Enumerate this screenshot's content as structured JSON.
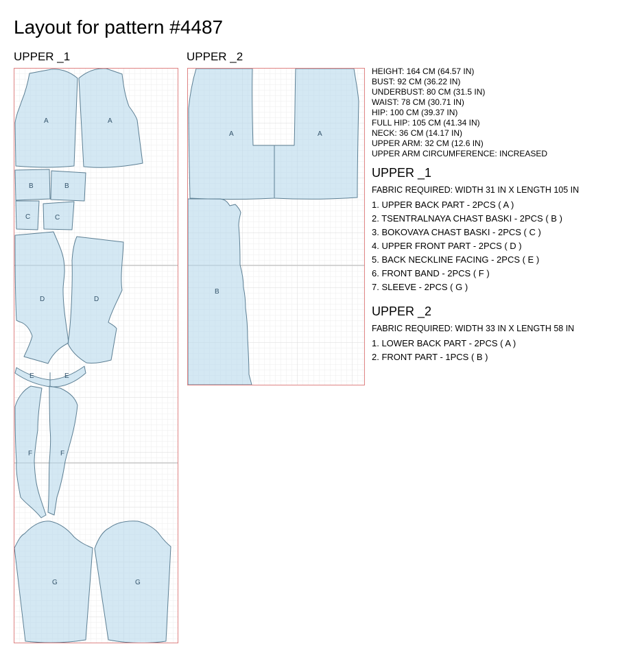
{
  "title": "Layout for pattern #4487",
  "colors": {
    "piece_fill": "#b7d9eb",
    "piece_stroke": "#5b7e93",
    "panel_border": "#de8282",
    "grid_minor": "#ededed",
    "grid_major": "#dadada",
    "label_text": "#33536b"
  },
  "panels": [
    {
      "title": "UPPER _1",
      "labels": [
        "A",
        "A",
        "B",
        "B",
        "C",
        "C",
        "D",
        "D",
        "E",
        "E",
        "F",
        "F",
        "G",
        "G"
      ]
    },
    {
      "title": "UPPER _2",
      "labels": [
        "A",
        "A",
        "B"
      ]
    }
  ],
  "measurements": [
    "HEIGHT: 164 CM (64.57 IN)",
    "BUST: 92 CM (36.22 IN)",
    "UNDERBUST: 80 CM (31.5 IN)",
    "WAIST: 78 CM (30.71 IN)",
    "HIP: 100 CM (39.37 IN)",
    "FULL HIP: 105 CM (41.34 IN)",
    "NECK: 36 CM (14.17 IN)",
    "UPPER ARM: 32 CM (12.6 IN)",
    "UPPER ARM CIRCUMFERENCE: INCREASED"
  ],
  "sections": [
    {
      "heading": "UPPER _1",
      "fabric": "FABRIC REQUIRED: WIDTH 31 IN X LENGTH 105 IN",
      "items": [
        "1. UPPER BACK PART - 2PCS ( A )",
        "2. TSENTRALNAYA CHAST BASKI - 2PCS ( B )",
        "3. BOKOVAYA CHAST BASKI - 2PCS ( C )",
        "4. UPPER FRONT PART - 2PCS ( D )",
        "5. BACK NECKLINE FACING - 2PCS ( E )",
        "6. FRONT BAND - 2PCS ( F )",
        "7. SLEEVE - 2PCS ( G )"
      ]
    },
    {
      "heading": "UPPER _2",
      "fabric": "FABRIC REQUIRED: WIDTH 33 IN X LENGTH 58 IN",
      "items": [
        "1. LOWER BACK PART - 2PCS ( A )",
        "2. FRONT PART - 1PCS ( B )"
      ]
    }
  ]
}
